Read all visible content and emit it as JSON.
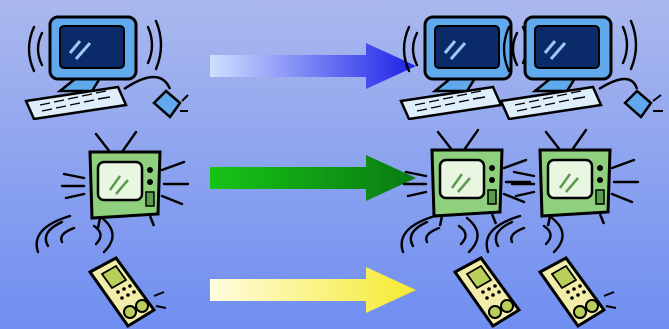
{
  "slide": {
    "background_top": "#aab8ee",
    "background_bottom": "#6f8ef0"
  },
  "rows": [
    {
      "device": "computer",
      "icon": "computer-icon",
      "arrow_gradient": [
        "#cfe0ff",
        "#1c20e8"
      ],
      "target_count": 2
    },
    {
      "device": "television",
      "icon": "tv-icon",
      "arrow_gradient": [
        "#16c416",
        "#0a7a12"
      ],
      "target_count": 2
    },
    {
      "device": "cordless phone",
      "icon": "phone-icon",
      "arrow_gradient": [
        "#fffce0",
        "#f5ea30"
      ],
      "target_count": 2
    }
  ]
}
